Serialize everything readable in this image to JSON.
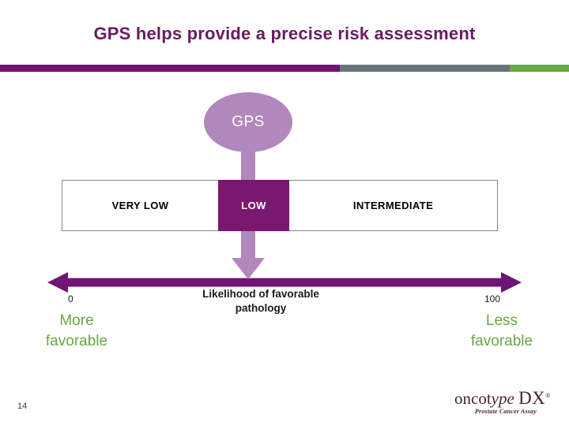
{
  "slide": {
    "title": "GPS helps provide a precise risk assessment",
    "page_number": "14"
  },
  "divider": {
    "purple": "#6f1473",
    "gray": "#69757c",
    "green": "#6aa843"
  },
  "bubble": {
    "label": "GPS",
    "fill": "#b287bd",
    "text_color": "#ffffff"
  },
  "risk_table": {
    "cells": [
      {
        "label": "VERY LOW",
        "highlighted": false
      },
      {
        "label": "LOW",
        "highlighted": true
      },
      {
        "label": "INTERMEDIATE",
        "highlighted": false
      }
    ],
    "highlight_color": "#7b176f",
    "border_color": "#8a8a8a"
  },
  "scale": {
    "arrow_color": "#6f1473",
    "min_label": "0",
    "max_label": "100",
    "caption_line1": "Likelihood of favorable",
    "caption_line2": "pathology",
    "left_label_line1": "More",
    "left_label_line2": "favorable",
    "right_label_line1": "Less",
    "right_label_line2": "favorable",
    "label_color": "#6ba644"
  },
  "logo": {
    "word1": "oncot",
    "word1_italic": "ype",
    "word2": "DX",
    "registered": "®",
    "subtitle": "Prostate Cancer Assay"
  }
}
